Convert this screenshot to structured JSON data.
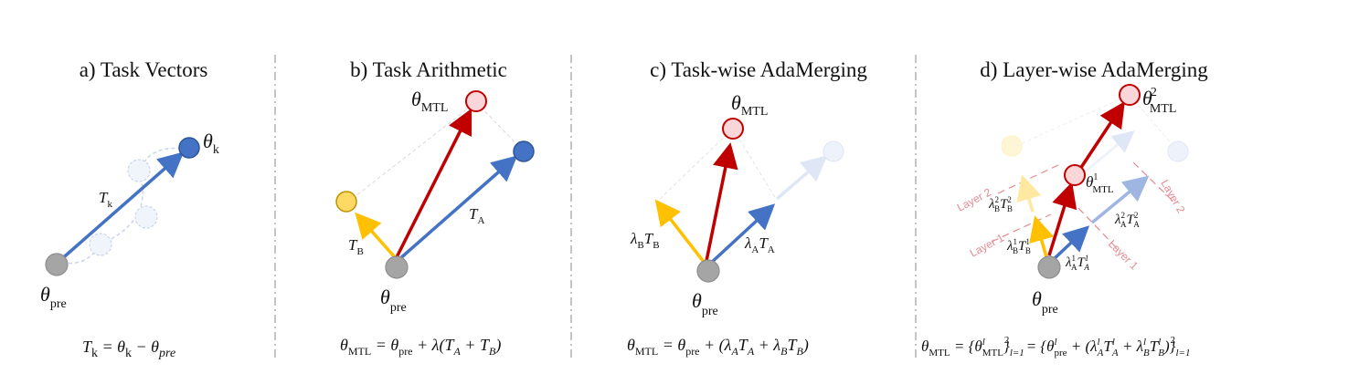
{
  "panels": {
    "a": {
      "title": "a) Task Vectors",
      "theta": "θ",
      "k_sub": "k",
      "pre_sub": "pre",
      "T": "T",
      "eq_T": "T",
      "eq_k": "k",
      "eq_mid": " = θ",
      "eq_k2": "k",
      "eq_minus": " − θ",
      "eq_pre": "pre"
    },
    "b": {
      "title": "b) Task Arithmetic",
      "theta": "θ",
      "mtl_sub": "MTL",
      "pre_sub": "pre",
      "T": "T",
      "A_sub": "A",
      "B_sub": "B",
      "eq_lhs": "θ",
      "eq_lhs_sub": "MTL",
      "eq_mid": " = θ",
      "eq_pre": "pre",
      "eq_rhs": " + λ(T",
      "eq_A": "A",
      "eq_plus": " + T",
      "eq_B": "B",
      "eq_close": ")"
    },
    "c": {
      "title": "c) Task-wise AdaMerging",
      "theta": "θ",
      "mtl_sub": "MTL",
      "pre_sub": "pre",
      "lamT": "λ",
      "T": "T",
      "A_sub": "A",
      "B_sub": "B",
      "eq_lhs": "θ",
      "eq_lhs_sub": "MTL",
      "eq_mid": " = θ",
      "eq_pre": "pre",
      "eq_rhs": " + (λ",
      "eq_A": "A",
      "eq_T": "T",
      "eq_plus": " + λ",
      "eq_B": "B",
      "eq_close": ")"
    },
    "d": {
      "title": "d) Layer-wise AdaMerging",
      "theta": "θ",
      "mtl_sub": "MTL",
      "pre_sub": "pre",
      "sup1": "1",
      "sup2": "2",
      "lam": "λ",
      "T": "T",
      "A_sub": "A",
      "B_sub": "B",
      "layer1": "Layer 1",
      "layer2": "Layer 2",
      "eq_lhs": "θ",
      "eq_lhs_sub": "MTL",
      "eq_set_open": " = {θ",
      "eq_l": "l",
      "eq_set_close": "}",
      "eq_range_sub": "l=1",
      "eq_range_sup": "2",
      "eq_eq2": " = {θ",
      "eq_pre": "pre",
      "eq_plus": " + (λ",
      "eq_A": "A",
      "eq_T": "T",
      "eq_plus2": " + λ",
      "eq_B": "B",
      "eq_close": ")}"
    }
  },
  "colors": {
    "blue": "#4472c4",
    "red": "#c00000",
    "yellow": "#ffc000",
    "gray": "#a0a0a0",
    "dashed": "#cccccc"
  }
}
